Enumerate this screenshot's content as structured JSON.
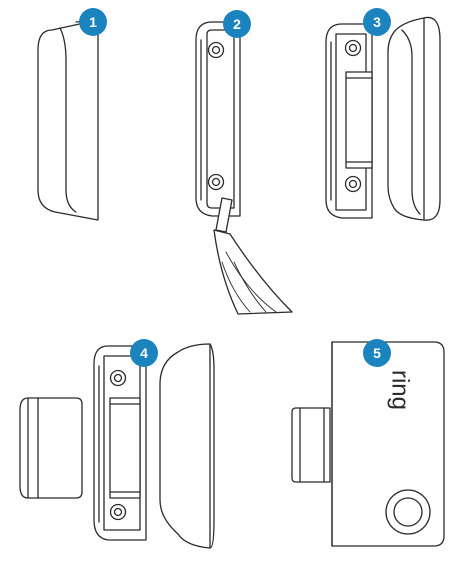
{
  "steps": [
    {
      "number": "1"
    },
    {
      "number": "2"
    },
    {
      "number": "3"
    },
    {
      "number": "4"
    },
    {
      "number": "5"
    }
  ],
  "brand": {
    "logo_text": "ring"
  },
  "colors": {
    "badge": "#1b84bf",
    "line": "#2b2b2b",
    "background": "#ffffff"
  }
}
